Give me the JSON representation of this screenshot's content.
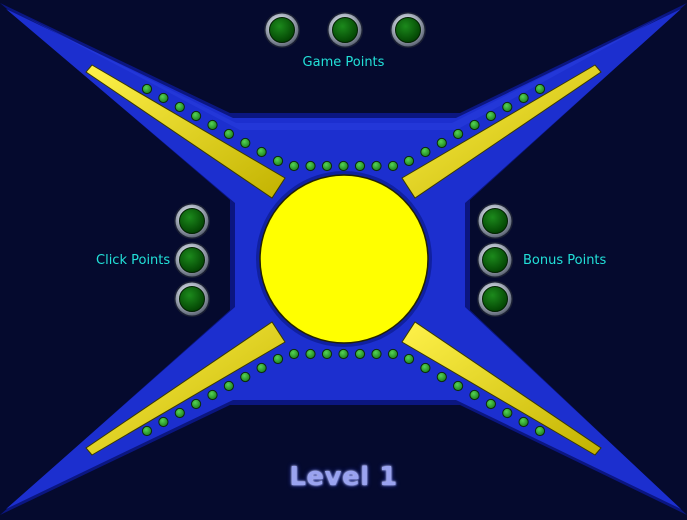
{
  "game_points": {
    "label": "Game Points",
    "lit": 0,
    "total": 3
  },
  "click_points": {
    "label": "Click Points",
    "lit": 0,
    "total": 3
  },
  "bonus_points": {
    "label": "Bonus Points",
    "lit": 0,
    "total": 3
  },
  "level": {
    "text": "Level 1"
  },
  "colors": {
    "background": "#050a2e",
    "arms": "#1c2fcf",
    "arms_dark": "#0b1680",
    "center": "#ffff00",
    "stripes": "#e6dc00",
    "led_off": "#0a5c0a",
    "led_small": "#2ea62e",
    "label_text": "#22e0d8"
  }
}
